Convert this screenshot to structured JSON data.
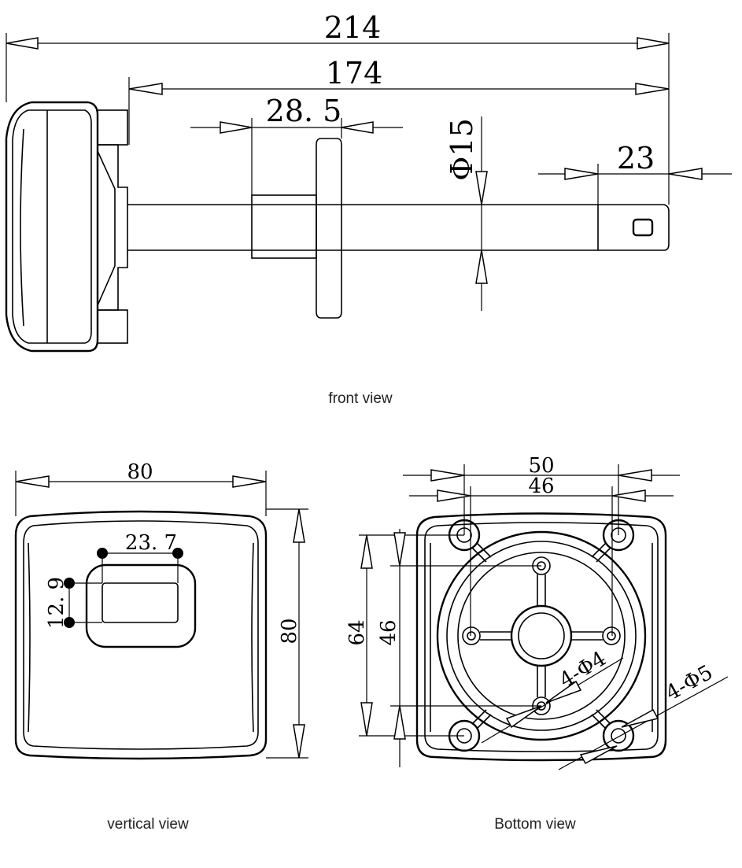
{
  "front_view": {
    "caption": "front view",
    "dims": {
      "overall_length": "214",
      "probe_length": "174",
      "collar": "28. 5",
      "diameter": "Φ15",
      "tip": "23"
    }
  },
  "vertical_view": {
    "caption": "vertical view",
    "dims": {
      "width": "80",
      "height": "80",
      "display_width": "23. 7",
      "display_height": "12. 9"
    }
  },
  "bottom_view": {
    "caption": "Bottom view",
    "dims": {
      "outer_spacing": "50",
      "inner_spacing": "46",
      "outer_vertical": "64",
      "inner_vertical": "46",
      "small_holes": "4-Φ4",
      "large_holes": "4-Φ5"
    }
  }
}
